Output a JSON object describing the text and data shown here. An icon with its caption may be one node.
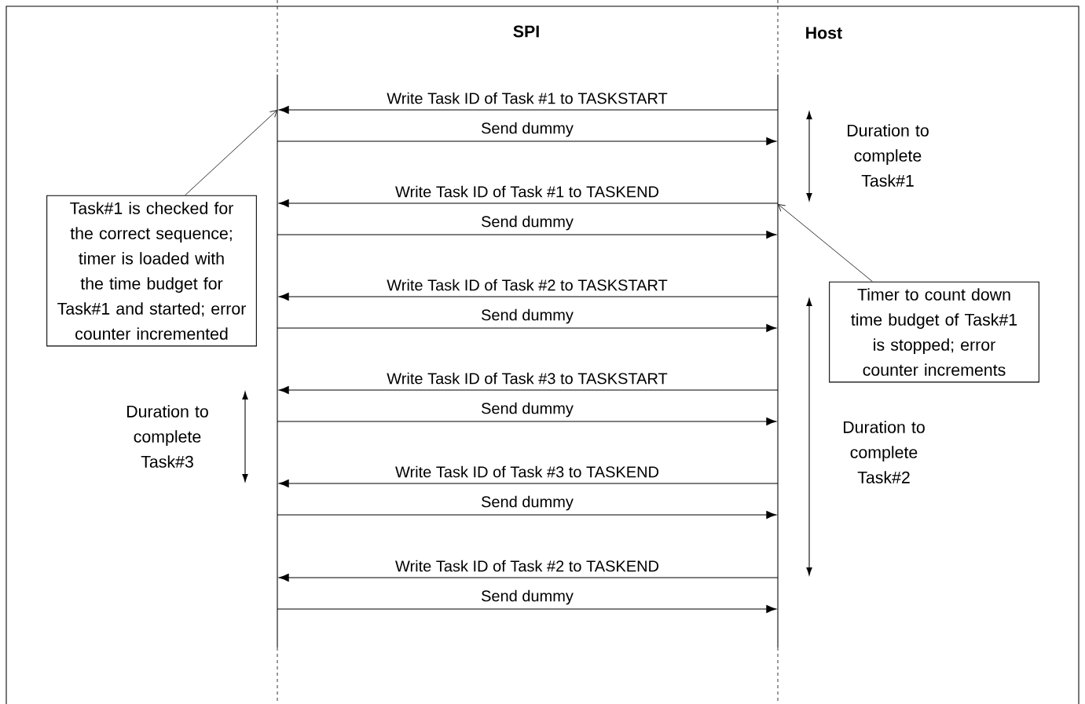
{
  "diagram": {
    "nodes": [
      {
        "text": [],
        "shape": "bar"
      },
      {
        "text": [
          "Host"
        ]
      },
      {
        "text": [
          "Task#1 is checked for the correct sequence; timer is loaded with the time budget for Task#1 and started; error counter incremented"
        ]
      },
      {
        "text": [
          "Timer to count down time budget of Task#1 is stopped; error counter increments"
        ]
      }
    ],
    "edges": [
      {
        "from": 1,
        "to": 0,
        "arrow": "to",
        "label": "Write Task ID of Task #1 to TASKSTART"
      },
      {
        "from": 0,
        "to": 1,
        "arrow": "to",
        "label": "Send dummy"
      },
      {
        "from": 1,
        "to": 0,
        "arrow": "to",
        "label": "Write Task ID of Task #1 to TASKEND"
      },
      {
        "from": 0,
        "to": 1,
        "arrow": "to",
        "label": "Send dummy"
      },
      {
        "from": 1,
        "to": 0,
        "arrow": "to",
        "label": "Write Task ID of Task #2 to TASKSTART"
      },
      {
        "from": 0,
        "to": 1,
        "arrow": "to",
        "label": "Send dummy"
      },
      {
        "from": 1,
        "to": 0,
        "arrow": "to",
        "label": "Write Task ID of Task #3 to TASKSTART"
      },
      {
        "from": 0,
        "to": 1,
        "arrow": "to",
        "label": "Send dummy"
      },
      {
        "from": 1,
        "to": 0,
        "arrow": "to",
        "label": "Write Task ID of Task #3 to TASKEND"
      },
      {
        "from": 0,
        "to": 1,
        "arrow": "to",
        "label": "Send dummy"
      },
      {
        "from": 1,
        "to": 0,
        "arrow": "to",
        "label": "Write Task ID of Task #2 to TASKEND"
      },
      {
        "from": 0,
        "to": 1,
        "arrow": "to",
        "label": "Send dummy"
      },
      {
        "from": 2,
        "to": 0,
        "arrow": "to"
      },
      {
        "from": 3,
        "to": 1,
        "arrow": "to"
      }
    ],
    "labels": [
      "SPI",
      "Duration to complete Task#1",
      "Duration to complete Task#3",
      "Duration to complete Task#2"
    ]
  }
}
